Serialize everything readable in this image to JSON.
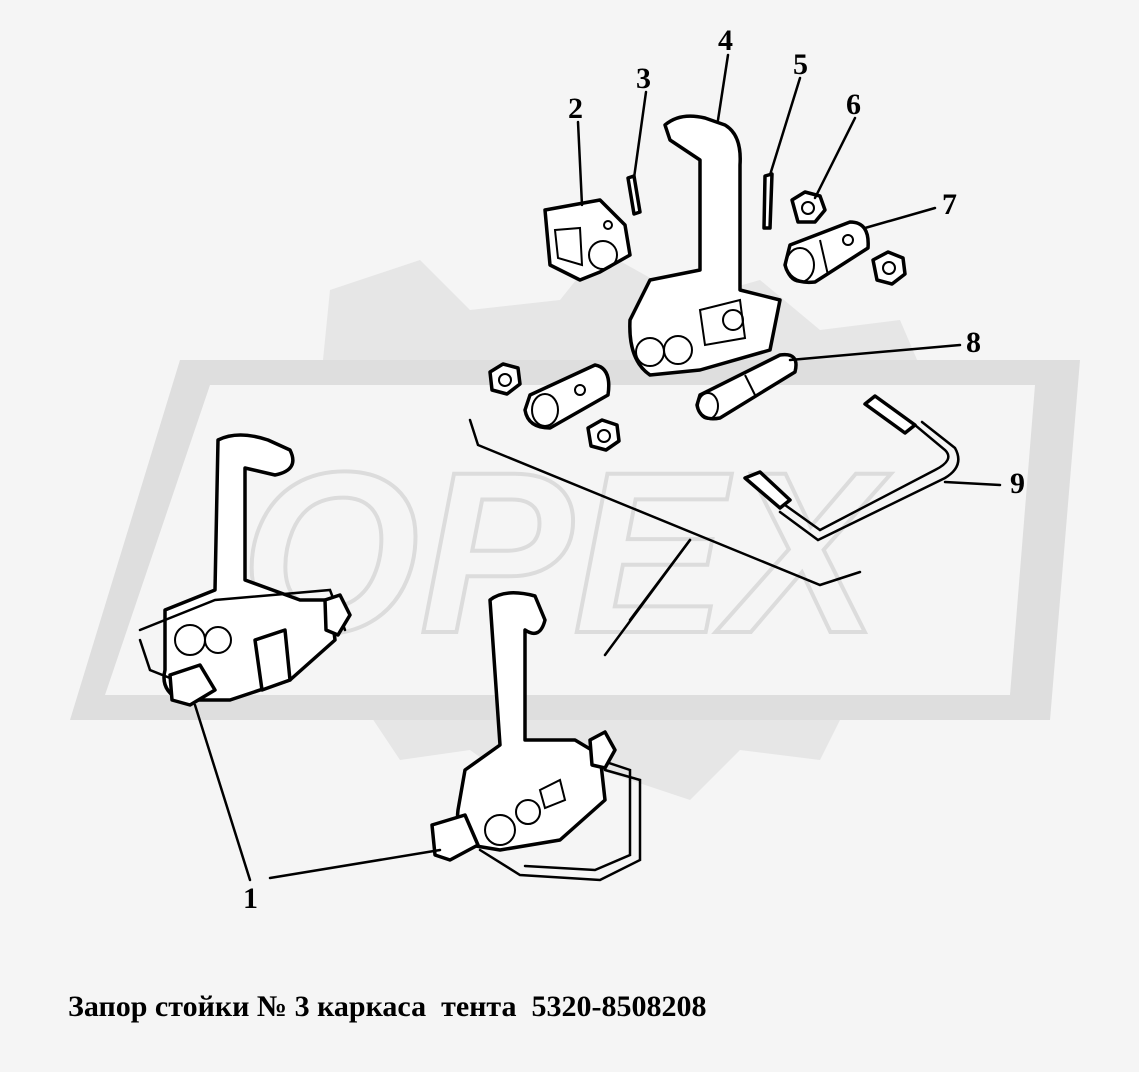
{
  "watermark": {
    "text": "OPEX",
    "color": "#dcdcdc"
  },
  "callouts": [
    {
      "id": "1",
      "text": "1"
    },
    {
      "id": "2",
      "text": "2"
    },
    {
      "id": "3",
      "text": "3"
    },
    {
      "id": "4",
      "text": "4"
    },
    {
      "id": "5",
      "text": "5"
    },
    {
      "id": "6",
      "text": "6"
    },
    {
      "id": "7",
      "text": "7"
    },
    {
      "id": "8",
      "text": "8"
    },
    {
      "id": "9",
      "text": "9"
    }
  ],
  "caption": "Запор стойки № 3 каркаса  тента  5320-8508208",
  "colors": {
    "background": "#f5f5f5",
    "ink": "#000000",
    "watermark": "#dcdcdc"
  }
}
